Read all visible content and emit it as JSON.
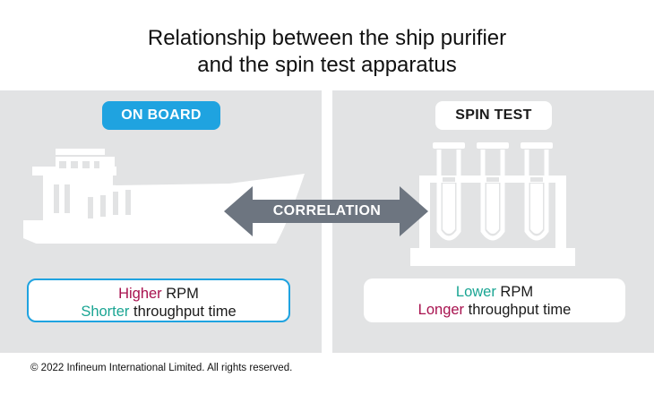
{
  "title": {
    "line1": "Relationship between the ship purifier",
    "line2": "and the spin test apparatus"
  },
  "left_panel": {
    "label": "ON BOARD",
    "icon": "ship-icon",
    "box": {
      "line1_highlight": "Higher",
      "line1_rest": " RPM",
      "line2_highlight": "Shorter",
      "line2_rest": " throughput time"
    }
  },
  "right_panel": {
    "label": "SPIN TEST",
    "icon": "test-tubes-icon",
    "box": {
      "line1_highlight": "Lower",
      "line1_rest": " RPM",
      "line2_highlight": "Longer",
      "line2_rest": " throughput time"
    }
  },
  "connector": {
    "label": "CORRELATION",
    "icon": "double-arrow-icon"
  },
  "footer": {
    "copyright": "© 2022 Infineum International Limited. All rights reserved."
  },
  "colors": {
    "accent_blue": "#1fa3e0",
    "highlight_red": "#a8124f",
    "highlight_teal": "#1aa593",
    "panel_gray": "#e2e3e4",
    "arrow_gray": "#6d7580"
  }
}
